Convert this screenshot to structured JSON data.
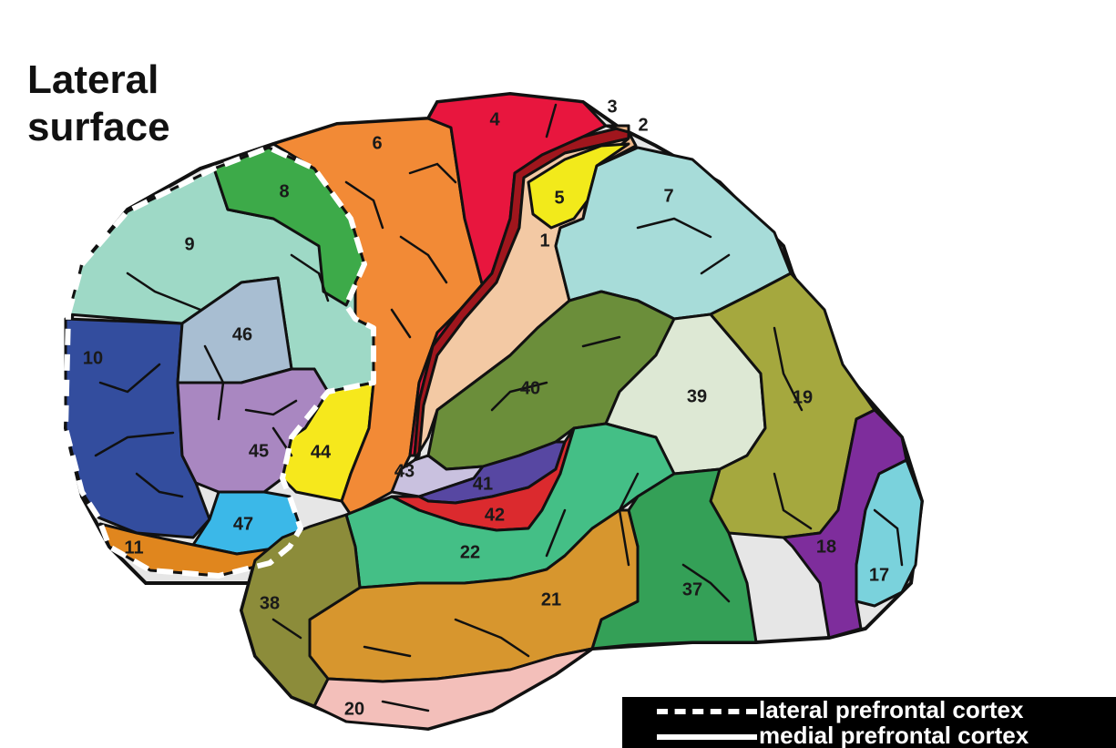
{
  "title_line1": "Lateral",
  "title_line2": "surface",
  "areas": [
    {
      "id": "1",
      "color": "#f3c9a4"
    },
    {
      "id": "2",
      "color": "#f0b88a"
    },
    {
      "id": "3",
      "color": "#a0161d"
    },
    {
      "id": "4",
      "color": "#e8163e"
    },
    {
      "id": "5",
      "color": "#f2ea1b"
    },
    {
      "id": "6",
      "color": "#f28a36"
    },
    {
      "id": "7",
      "color": "#a7dcd9"
    },
    {
      "id": "8",
      "color": "#3daa49"
    },
    {
      "id": "9",
      "color": "#9ed9c6"
    },
    {
      "id": "10",
      "color": "#334d9e"
    },
    {
      "id": "11",
      "color": "#e0861e"
    },
    {
      "id": "17",
      "color": "#7ad2dc"
    },
    {
      "id": "18",
      "color": "#7e2d9c"
    },
    {
      "id": "19",
      "color": "#a5a83e"
    },
    {
      "id": "20",
      "color": "#f3bfba"
    },
    {
      "id": "21",
      "color": "#d7962e"
    },
    {
      "id": "22",
      "color": "#44bf86"
    },
    {
      "id": "37",
      "color": "#34a057"
    },
    {
      "id": "38",
      "color": "#8c8c3a"
    },
    {
      "id": "39",
      "color": "#dde8d4"
    },
    {
      "id": "40",
      "color": "#6b8e3a"
    },
    {
      "id": "41",
      "color": "#5747a2"
    },
    {
      "id": "42",
      "color": "#db2a2e"
    },
    {
      "id": "43",
      "color": "#c9c1df"
    },
    {
      "id": "44",
      "color": "#f6e81c"
    },
    {
      "id": "45",
      "color": "#a987c1"
    },
    {
      "id": "46",
      "color": "#a8bed2"
    },
    {
      "id": "47",
      "color": "#3bb8e8"
    }
  ],
  "legend": {
    "line1": "lateral prefrontal cortex",
    "line2": "medial prefrontal cortex"
  }
}
